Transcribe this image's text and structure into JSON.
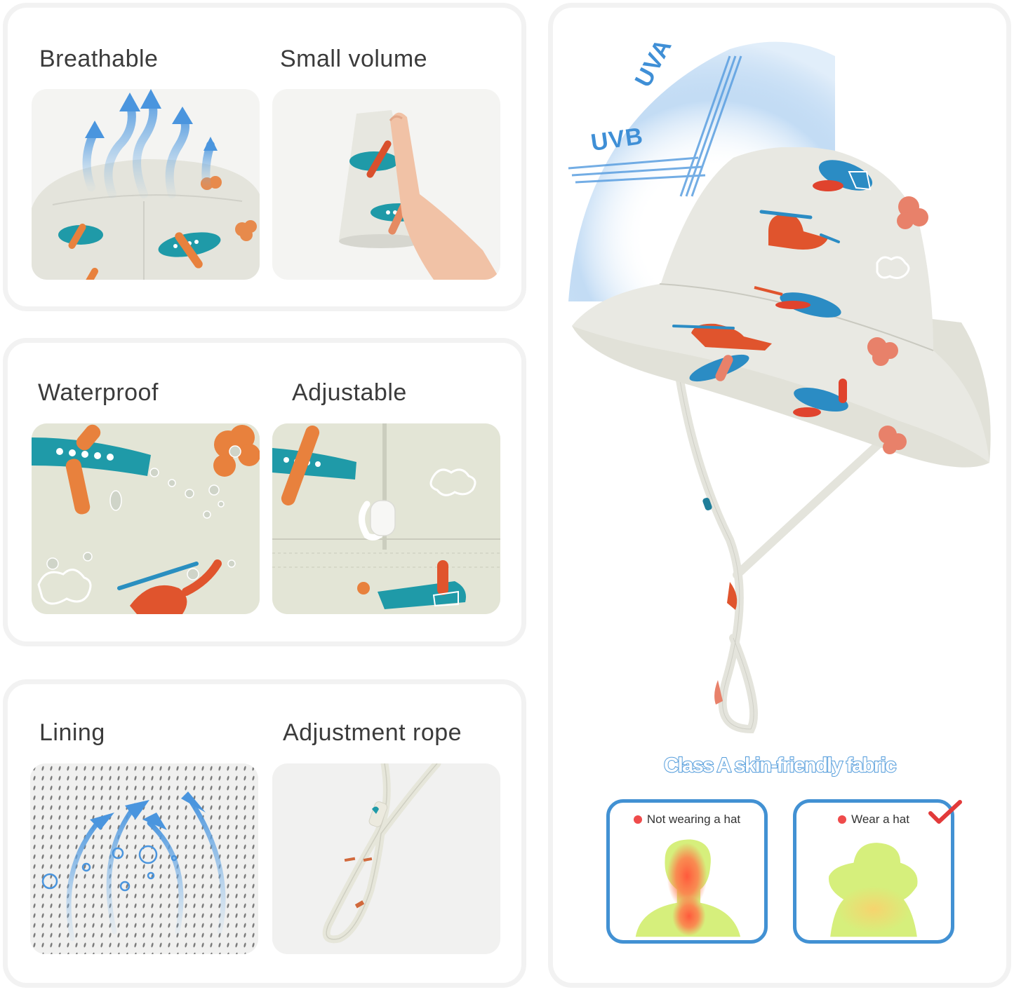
{
  "colors": {
    "card_border": "#f2f2f2",
    "label_text": "#3b3b3b",
    "uv_blue": "#3f8fd6",
    "compare_border": "#4291d3",
    "alert_dot": "#ef4b4b",
    "check_mark": "#e23a3a",
    "fabric_bg": "#e6e6de",
    "plane_teal": "#1f9aa8",
    "plane_orange": "#e8813d",
    "heli_red": "#e0542d"
  },
  "feature_cards": [
    {
      "features": [
        {
          "label": "Breathable",
          "image": "hat-crown-with-airflow-arrows"
        },
        {
          "label": "Small volume",
          "image": "hand-holding-rolled-hat"
        }
      ]
    },
    {
      "features": [
        {
          "label": "Waterproof",
          "image": "fabric-with-water-droplets"
        },
        {
          "label": "Adjustable",
          "image": "adjustment-toggle-closeup"
        }
      ]
    },
    {
      "features": [
        {
          "label": "Lining",
          "image": "mesh-lining-with-airflow-arrows"
        },
        {
          "label": "Adjustment rope",
          "image": "chin-strap-loop"
        }
      ]
    }
  ],
  "hero": {
    "uv_labels": {
      "uva": "UVA",
      "uvb": "UVB"
    },
    "image": "bucket-hat-with-airplane-print",
    "fabric_title": "Class A skin-friendly fabric",
    "comparison": [
      {
        "label": "Not wearing a hat",
        "image": "heatmap-head-hot",
        "checked": false
      },
      {
        "label": "Wear a hat",
        "image": "heatmap-head-cool",
        "checked": true
      }
    ]
  }
}
